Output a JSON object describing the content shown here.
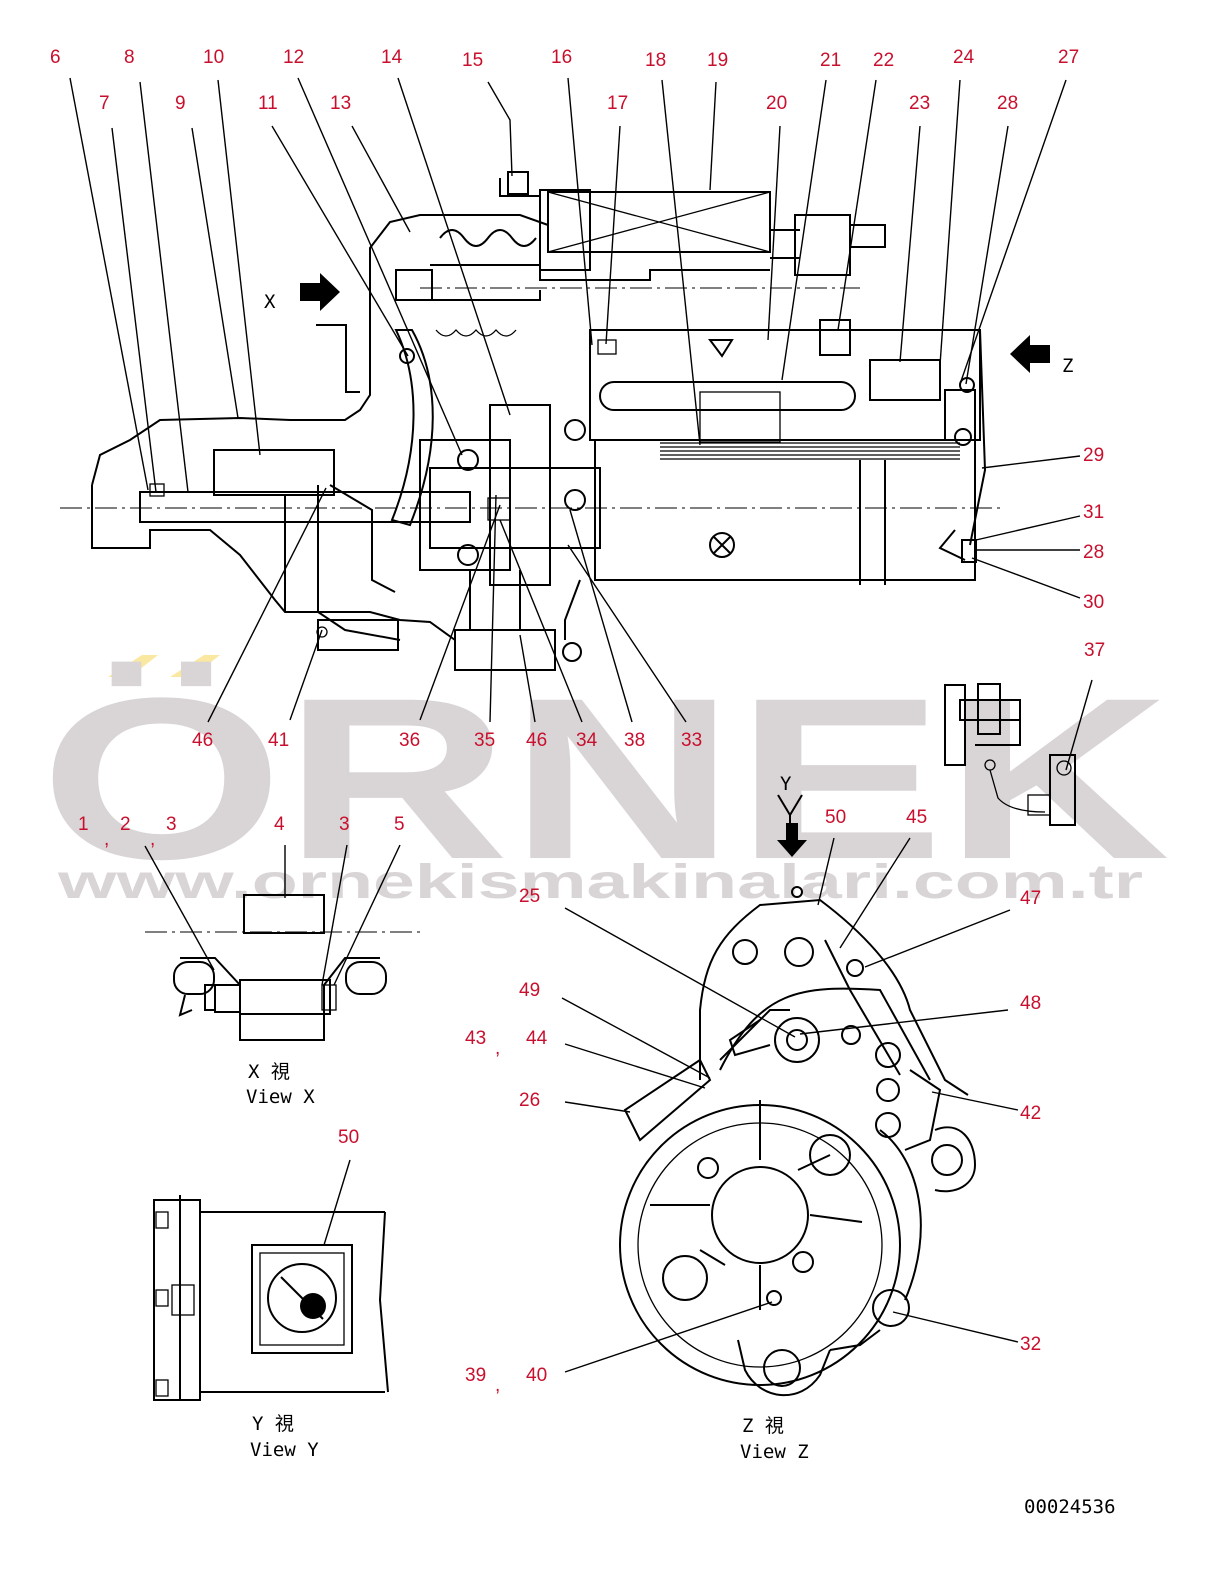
{
  "watermark": {
    "brand": "ÖRNEK",
    "url": "www.ornekismakinalari.com.tr"
  },
  "arrows": {
    "x_arrow_label": "X",
    "z_arrow_label": "Z",
    "y_arrow_label": "Y"
  },
  "views": {
    "x": {
      "kanji": "X 視",
      "caption": "View X"
    },
    "y": {
      "kanji": "Y 視",
      "caption": "View Y"
    },
    "z": {
      "kanji": "Z 視",
      "caption": "View Z"
    }
  },
  "drawing_number": "00024536",
  "callouts": {
    "top_row": [
      "6",
      "8",
      "10",
      "12",
      "14",
      "15",
      "16",
      "18",
      "19",
      "21",
      "22",
      "24",
      "27"
    ],
    "second_row": [
      "7",
      "9",
      "11",
      "13",
      "17",
      "20",
      "23",
      "28"
    ],
    "right_side": [
      "29",
      "31",
      "28",
      "30"
    ],
    "bottom_row": [
      "46",
      "41",
      "36",
      "35",
      "46",
      "34",
      "38",
      "33"
    ],
    "view_x": [
      "1",
      "2",
      "3",
      "4",
      "3",
      "5"
    ],
    "view_y": [
      "50"
    ],
    "view_z": [
      "50",
      "45",
      "47",
      "25",
      "48",
      "49",
      "43",
      "44",
      "26",
      "42",
      "32",
      "39",
      "40"
    ],
    "detail": [
      "37"
    ],
    "separator": ","
  }
}
